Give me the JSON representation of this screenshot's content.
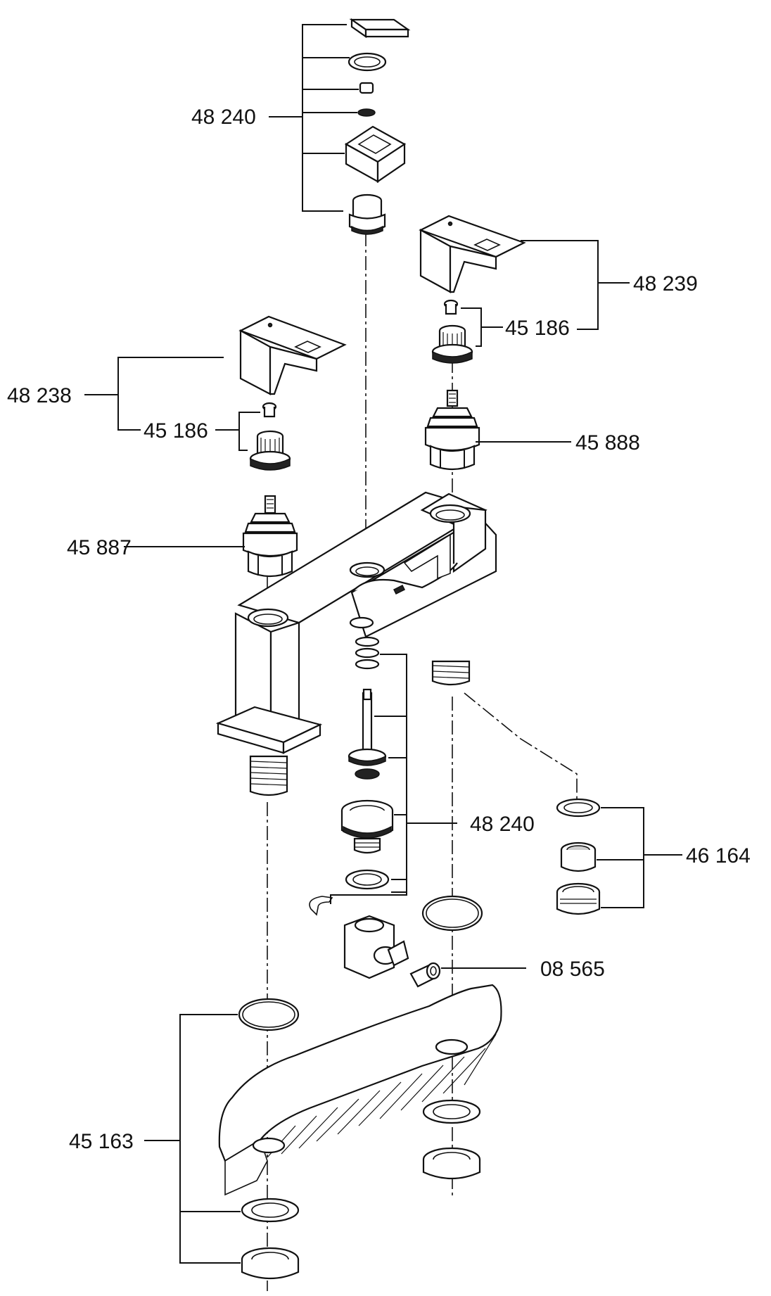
{
  "labels": {
    "cap_assembly": "48 240",
    "right_handle": "48 239",
    "right_adapter": "45 186",
    "left_handle": "48 238",
    "left_adapter": "45 186",
    "right_cartridge": "45 888",
    "left_cartridge": "45 887",
    "diverter_assembly": "48 240",
    "aerator": "46 164",
    "check_valve": "08 565",
    "mounting_set": "45 163"
  }
}
